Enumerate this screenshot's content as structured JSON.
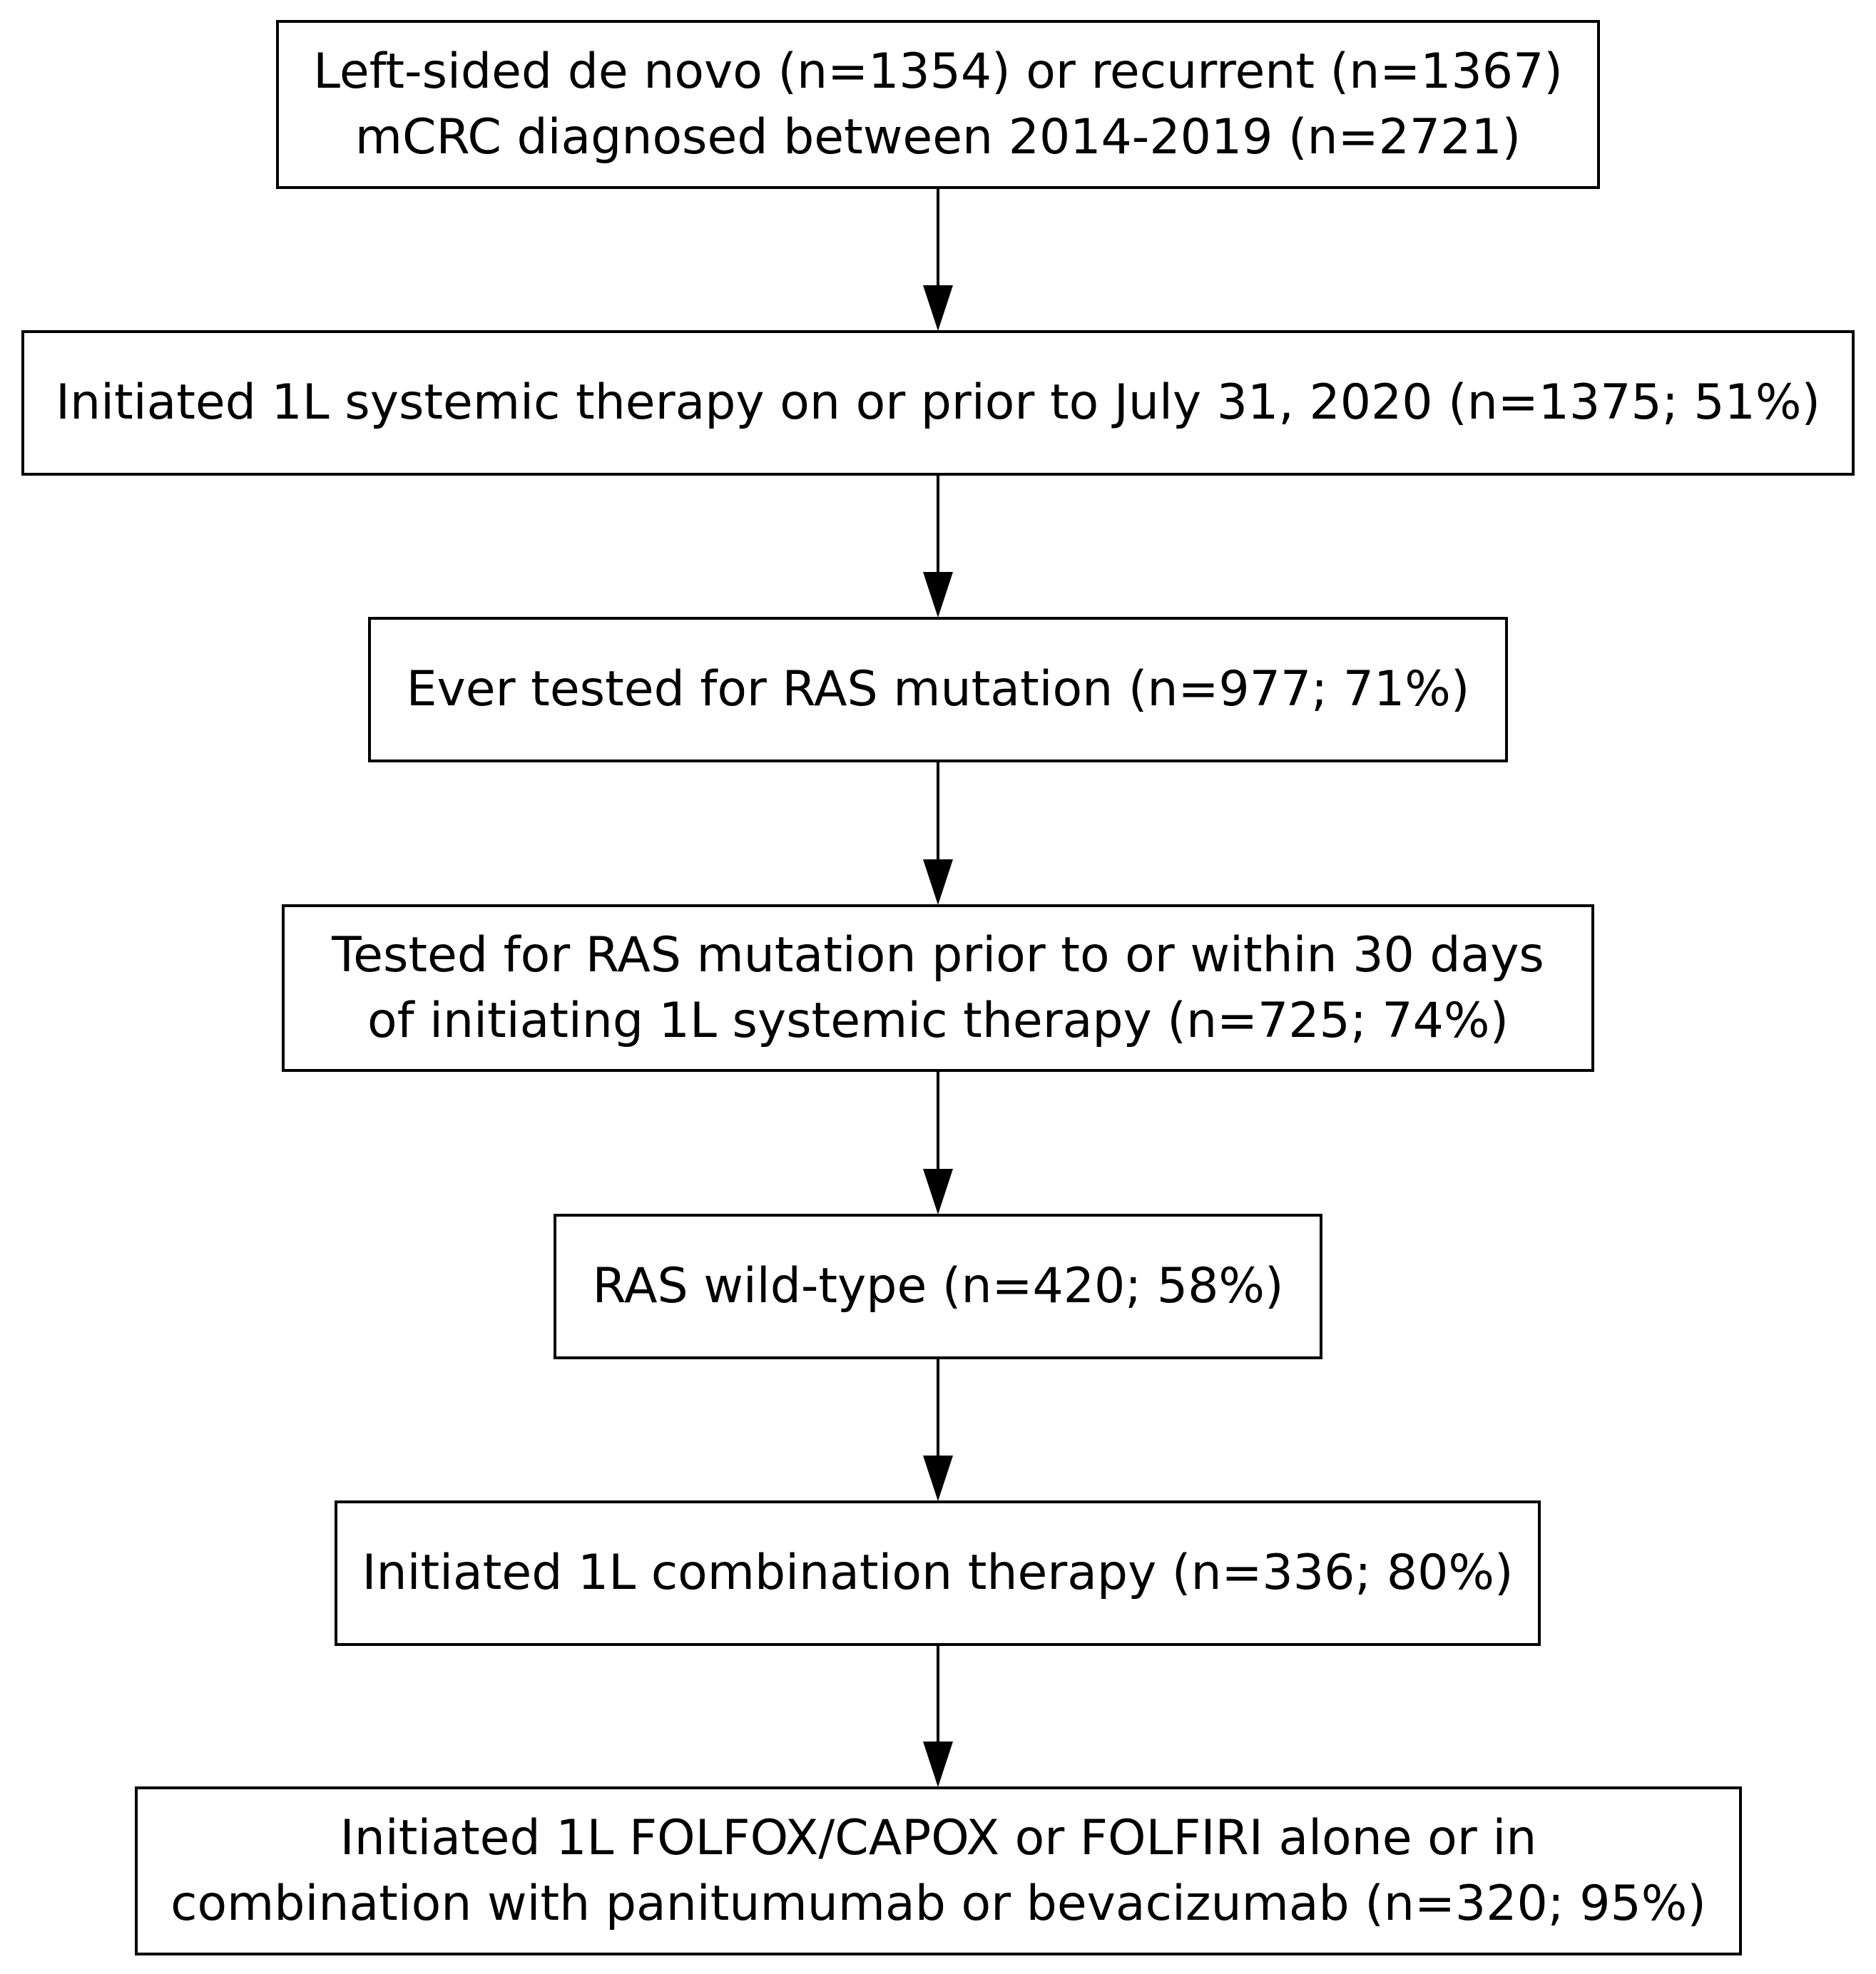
{
  "flowchart": {
    "steps": [
      {
        "lines": [
          "Left-sided de novo (n=1354) or recurrent (n=1367)",
          "mCRC diagnosed between 2014-2019 (n=2721)"
        ]
      },
      {
        "lines": [
          "Initiated 1L systemic therapy on or prior to July 31, 2020 (n=1375; 51%)"
        ]
      },
      {
        "lines": [
          "Ever tested for RAS mutation (n=977; 71%)"
        ]
      },
      {
        "lines": [
          "Tested for RAS mutation prior to or within 30 days",
          "of initiating 1L systemic therapy (n=725; 74%)"
        ]
      },
      {
        "lines": [
          "RAS wild-type (n=420; 58%)"
        ]
      },
      {
        "lines": [
          "Initiated 1L combination therapy (n=336; 80%)"
        ]
      },
      {
        "lines": [
          "Initiated 1L FOLFOX/CAPOX or FOLFIRI alone or in",
          "combination with panitumumab or bevacizumab (n=320; 95%)"
        ]
      }
    ]
  }
}
